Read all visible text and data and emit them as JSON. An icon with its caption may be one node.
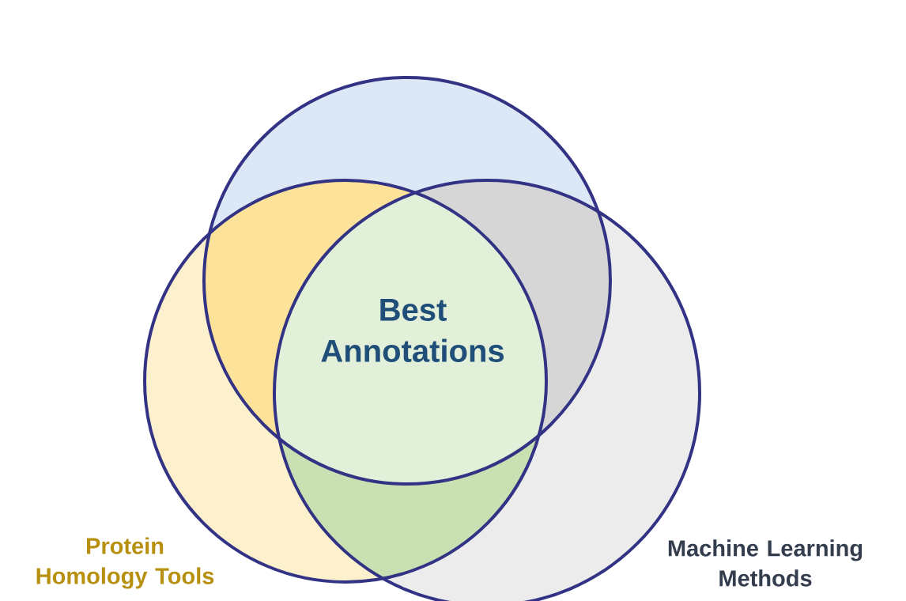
{
  "diagram": {
    "nodes": [
      {
        "text": [],
        "shape": "circle"
      },
      {
        "text": [
          "Protein Homology Tools"
        ]
      },
      {
        "text": [
          "Machine Learning Methods"
        ]
      }
    ],
    "edges": [],
    "labels": [
      "Best Annotations"
    ]
  }
}
